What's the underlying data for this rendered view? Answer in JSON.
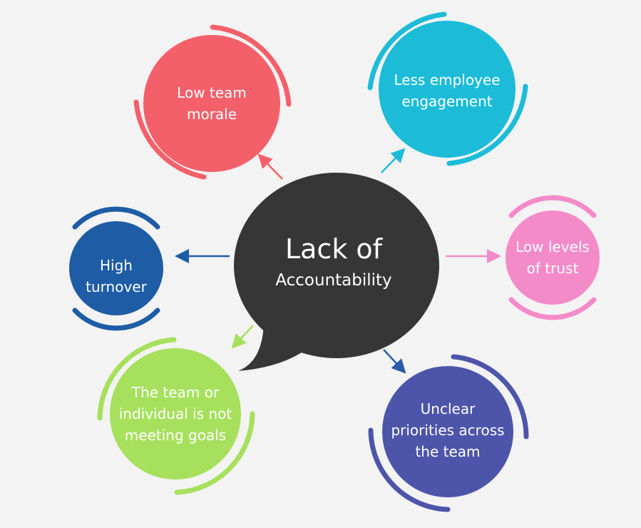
{
  "center": {
    "title_line1": "Lack of",
    "title_line2": "Accountability",
    "color": "#363636"
  },
  "nodes": [
    {
      "id": "low-team-morale",
      "lines": [
        "Low team",
        "morale"
      ],
      "color": "#f4606a"
    },
    {
      "id": "less-employee-engagement",
      "lines": [
        "Less employee",
        "engagement"
      ],
      "color": "#1cbcd8"
    },
    {
      "id": "low-levels-of-trust",
      "lines": [
        "Low levels",
        "of trust"
      ],
      "color": "#f48bc9"
    },
    {
      "id": "unclear-priorities",
      "lines": [
        "Unclear",
        "priorities across",
        "the team"
      ],
      "color": "#4d55aa"
    },
    {
      "id": "not-meeting-goals",
      "lines": [
        "The team or",
        "individual is not",
        "meeting goals"
      ],
      "color": "#a6e05c"
    },
    {
      "id": "high-turnover",
      "lines": [
        "High",
        "turnover"
      ],
      "color": "#1e5ca6"
    }
  ]
}
